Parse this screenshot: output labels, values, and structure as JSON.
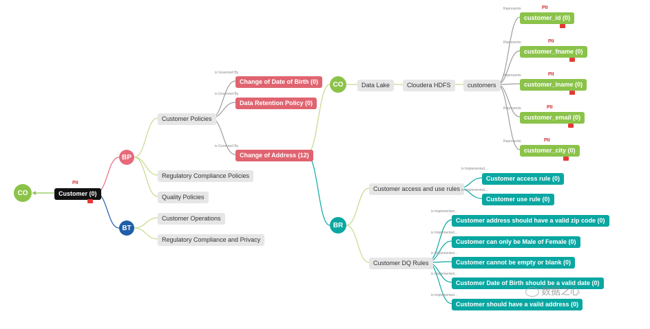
{
  "colors": {
    "green": "#8bc34a",
    "red_node": "#e06470",
    "pink_circle": "#e8697a",
    "blue_circle": "#1f5fa8",
    "teal": "#0aa7a2",
    "grey_node": "#e6e6e6",
    "black_node": "#111111"
  },
  "root": {
    "label": "Customer  (0)",
    "tag": "PII",
    "left_node": "CO"
  },
  "bp": {
    "circle": "BP",
    "customer_policies": "Customer Policies",
    "regulatory_compliance_policies": "Regulatory Compliance Policies",
    "quality_policies": "Quality Policies",
    "governed_by": [
      {
        "edge": "is Governed By",
        "label": "Change of Date of Birth  (0)"
      },
      {
        "edge": "is Governed By",
        "label": "Data Retention Policy  (0)"
      },
      {
        "edge": "is Governed By",
        "label": "Change of Address  (12)"
      }
    ]
  },
  "bt": {
    "circle": "BT",
    "customer_operations": "Customer Operations",
    "regulatory_compliance_privacy": "Regulatory Compliance and Privacy"
  },
  "co": {
    "circle": "CO",
    "data_lake": "Data Lake",
    "cloudera_hdfs": "Cloudera HDFS",
    "customers": "customers",
    "columns": [
      {
        "edge": "Represents",
        "tag": "PII",
        "label": "customer_id  (0)"
      },
      {
        "edge": "Represents",
        "tag": "PII",
        "label": "customer_fname  (0)"
      },
      {
        "edge": "Represents",
        "tag": "PII",
        "label": "customer_lname  (0)"
      },
      {
        "edge": "Represents",
        "tag": "PII",
        "label": "customer_email  (0)"
      },
      {
        "edge": "Represents",
        "tag": "PII",
        "label": "customer_city  (0)"
      }
    ]
  },
  "br": {
    "circle": "BR",
    "access_rules": "Customer access and use rules",
    "access_children": [
      {
        "edge": "is Implemented...",
        "label": "Customer access rule  (0)"
      },
      {
        "edge": "is Implemented...",
        "label": "Customer use rule  (0)"
      }
    ],
    "dq_rules": "Customer DQ Rules",
    "dq_children": [
      {
        "edge": "is Implemented...",
        "label": "Customer address should have a valid zip code  (0)"
      },
      {
        "edge": "is Implemented...",
        "label": "Customer can only be Male of Female  (0)"
      },
      {
        "edge": "is Implemented...",
        "label": "Customer cannot be empty or blank  (0)"
      },
      {
        "edge": "is Implemented...",
        "label": "Customer Date of Birth should be a valid date  (0)"
      },
      {
        "edge": "is Implemented...",
        "label": "Customer should have a vaild address  (0)"
      }
    ]
  },
  "watermark": "数据之心"
}
